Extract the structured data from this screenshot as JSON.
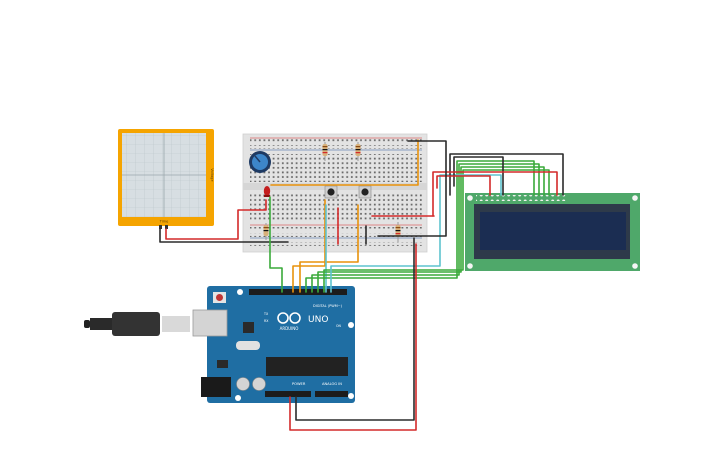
{
  "oscilloscope": {
    "side_label": "Voltage",
    "bottom_label": "Time"
  },
  "arduino": {
    "logo": "ARDUINO",
    "model": "UNO",
    "digital_label": "DIGITAL (PWM~)",
    "power_label": "POWER",
    "analog_label": "ANALOG IN",
    "tx_label": "TX",
    "rx_label": "RX",
    "on_label": "ON"
  },
  "colors": {
    "breadboard": "#e3e3e3",
    "arduino": "#1f6ea3",
    "lcd_pcb": "#4fa86a",
    "lcd_screen": "#1b2d52",
    "oscilloscope": "#f5a400",
    "wire_red": "#d42a2a",
    "wire_green": "#3aaa3a",
    "wire_orange": "#e8920c",
    "wire_cyan": "#5ec3cf",
    "wire_black": "#2b2b2b"
  }
}
